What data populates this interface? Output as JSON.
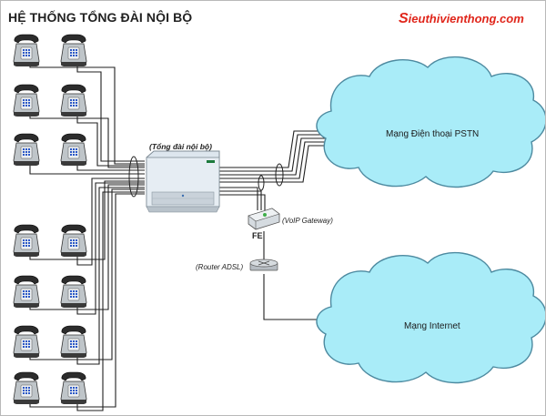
{
  "header": {
    "title": "HỆ THỐNG TỔNG ĐÀI NỘI BỘ",
    "brand_first": "S",
    "brand_rest": "ieuthivienthong.com"
  },
  "nodes": {
    "pbx_label": "(Tổng đài nội bộ)",
    "voip_label": "(VoIP Gateway)",
    "fe_label": "FE",
    "router_label": "(Router ADSL)",
    "pstn_label": "Mạng Điện thoại PSTN",
    "internet_label": "Mạng Internet"
  },
  "phones": {
    "count": 14
  },
  "colors": {
    "cloud_fill": "#a9ecf8",
    "cloud_stroke": "#4d8aa0",
    "line": "#1f1f1f",
    "brand": "#e0261b",
    "pbx_body": "#dde6ee"
  }
}
